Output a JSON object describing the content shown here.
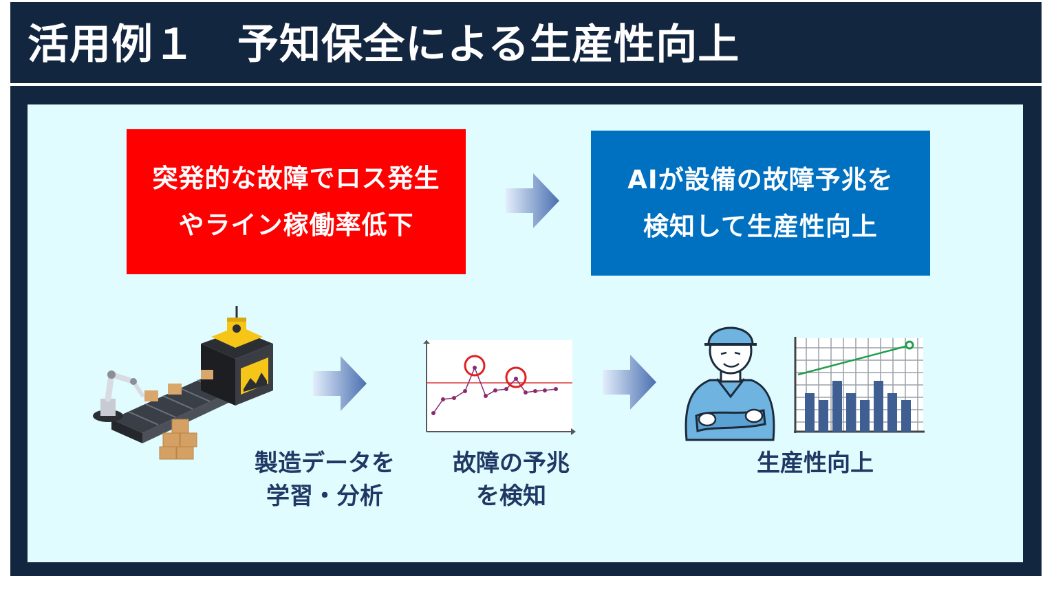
{
  "header": {
    "title": "活用例１　予知保全による生産性向上"
  },
  "problem_box": {
    "line1": "突発的な故障でロス発生",
    "line2": "やライン稼働率低下"
  },
  "solution_box": {
    "line1": "AIが設備の故障予兆を",
    "line2": "検知して生産性向上"
  },
  "steps": [
    {
      "line1": "製造データを",
      "line2": "学習・分析",
      "icon": "factory-conveyor-icon"
    },
    {
      "line1": "故障の予兆",
      "line2": "を検知",
      "icon": "anomaly-line-chart-icon"
    },
    {
      "line1": "生産性向上",
      "icon": "worker-with-growth-chart-icon"
    }
  ],
  "colors": {
    "frame": "#132640",
    "panel": "#e0fcff",
    "problem": "#ff0000",
    "solution": "#0070c0",
    "caption": "#203864",
    "arrow": "#4a6fb0"
  }
}
